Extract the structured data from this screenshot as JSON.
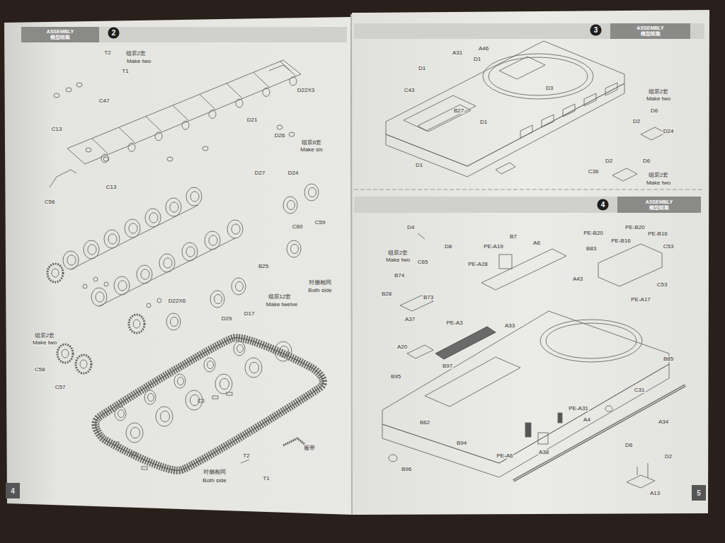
{
  "diagram": {
    "nodes": [
      {
        "text": [
          "ASSEMBLY",
          "模型组装"
        ]
      },
      {
        "text": [
          "2"
        ]
      },
      {
        "text": [
          "4"
        ]
      },
      {
        "text": [
          "3"
        ]
      },
      {
        "text": [
          "ASSEMBLY",
          "模型组装"
        ]
      },
      {
        "text": [
          "4"
        ]
      },
      {
        "text": [
          "ASSEMBLY",
          "模型组装"
        ]
      },
      {
        "text": [
          "5"
        ]
      }
    ],
    "labels": [
      "T2",
      "T1",
      "组装2套",
      "Make two",
      "C47",
      "C13",
      "C13",
      "C56",
      "D22X3",
      "D21",
      "D26",
      "组装6套",
      "Make six",
      "D27",
      "D24",
      "C60",
      "C59",
      "B25",
      "对侧相同",
      "Both side",
      "D22X6",
      "D17",
      "组装12套",
      "Make twelve",
      "D29",
      "组装2套",
      "Make two",
      "C58",
      "C57",
      "T2",
      "T1",
      "履带",
      "对侧相同",
      "Both side",
      "A31",
      "A46",
      "D1",
      "D1",
      "C43",
      "B27",
      "D1",
      "D3",
      "D1",
      "组装2套",
      "Make two",
      "D6",
      "D2",
      "D24",
      "D2",
      "D6",
      "C36",
      "组装2套",
      "Make two",
      "D4",
      "D8",
      "组装2套",
      "Make two",
      "C65",
      "B7",
      "PE-A19",
      "A6",
      "PE-A28",
      "B74",
      "B28",
      "B73",
      "A37",
      "PE-B20",
      "PE-B20",
      "PE-B16",
      "PE-B16",
      "C53",
      "B83",
      "A43",
      "C53",
      "PE-A17",
      "PE-A3",
      "A33",
      "A20",
      "B97",
      "B95",
      "B85",
      "C31",
      "PE-A31",
      "A4",
      "A34",
      "B62",
      "A38",
      "B94",
      "PE-A6",
      "B96",
      "D6",
      "D2",
      "A13"
    ]
  }
}
